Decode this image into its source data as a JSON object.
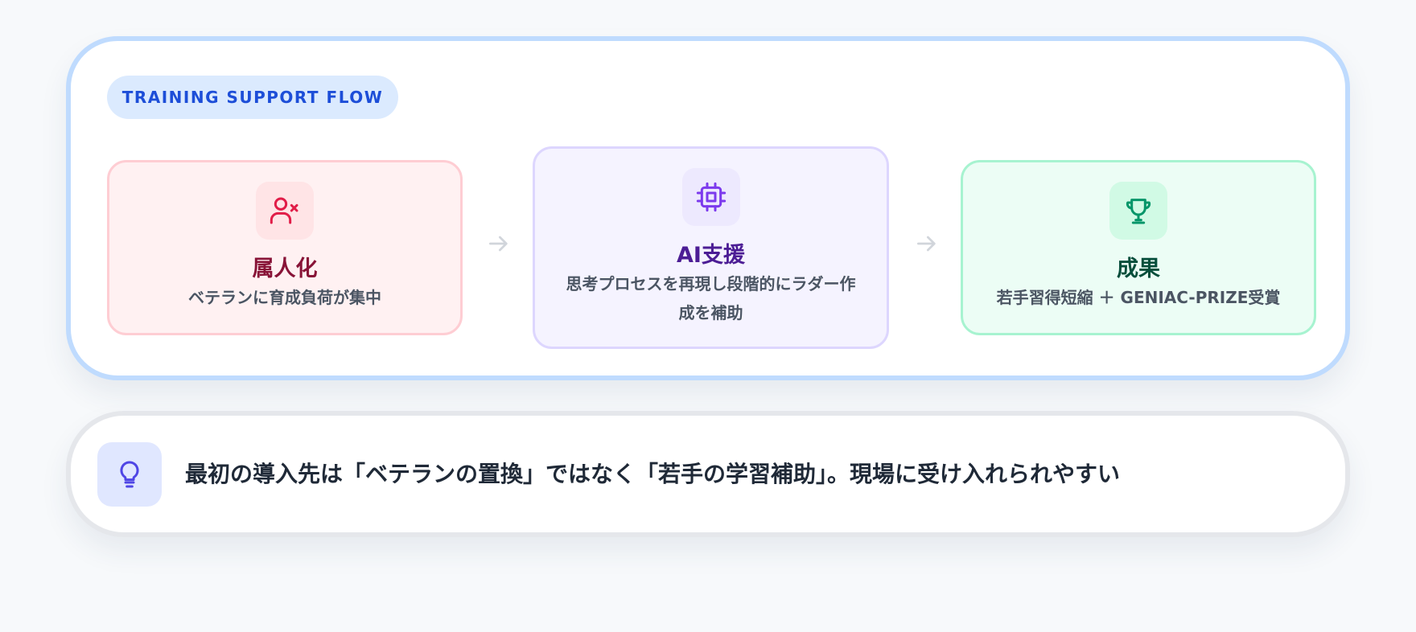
{
  "flow": {
    "tag": "TRAINING SUPPORT FLOW",
    "steps": [
      {
        "title": "属人化",
        "desc": "ベテランに育成負荷が集中",
        "icon": "user-x-icon",
        "color": "#e11d48"
      },
      {
        "title": "AI支援",
        "desc": "思考プロセスを再現し段階的にラダー作成を補助",
        "icon": "cpu-chip-icon",
        "color": "#7c3aed"
      },
      {
        "title": "成果",
        "desc": "若手習得短縮 ＋ GENIAC-PRIZE受賞",
        "icon": "trophy-icon",
        "color": "#059669"
      }
    ]
  },
  "note": {
    "text": "最初の導入先は「ベテランの置換」ではなく「若手の学習補助」。現場に受け入れられやすい",
    "icon": "lightbulb-icon"
  }
}
